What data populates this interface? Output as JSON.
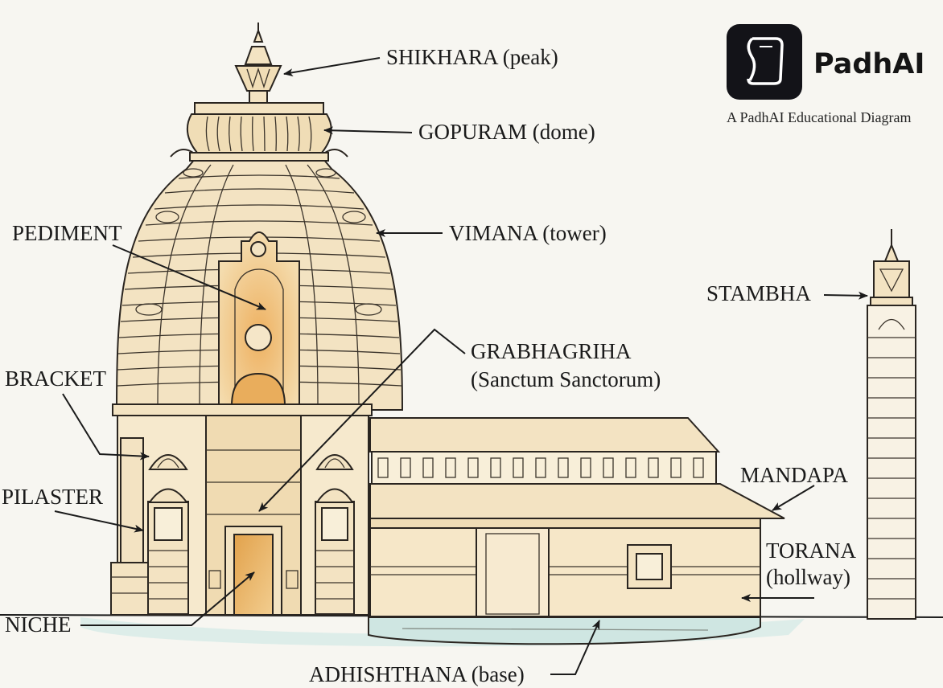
{
  "brand": {
    "name": "PadhAI",
    "subtitle": "A PadhAI Educational Diagram",
    "logo_icon": "book-icon"
  },
  "labels": {
    "shikhara": "SHIKHARA (peak)",
    "gopuram": "GOPURAM (dome)",
    "vimana": "VIMANA (tower)",
    "pediment": "PEDIMENT",
    "grabhagriha_line1": "GRABHAGRIHA",
    "grabhagriha_line2": "(Sanctum Sanctorum)",
    "bracket": "BRACKET",
    "pilaster": "PILASTER",
    "stambha": "STAMBHA",
    "mandapa": "MANDAPA",
    "torana_line1": "TORANA",
    "torana_line2": "(hollway)",
    "niche": "NICHE",
    "adhishthana": "ADHISHTHANA (base)"
  },
  "colors": {
    "background": "#f7f6f1",
    "stone": "#f3e3c2",
    "stone_shade": "#e8cf9f",
    "sanctum": "#e9b66d",
    "water": "#cfe6e2",
    "ink": "#1b1b1b"
  }
}
